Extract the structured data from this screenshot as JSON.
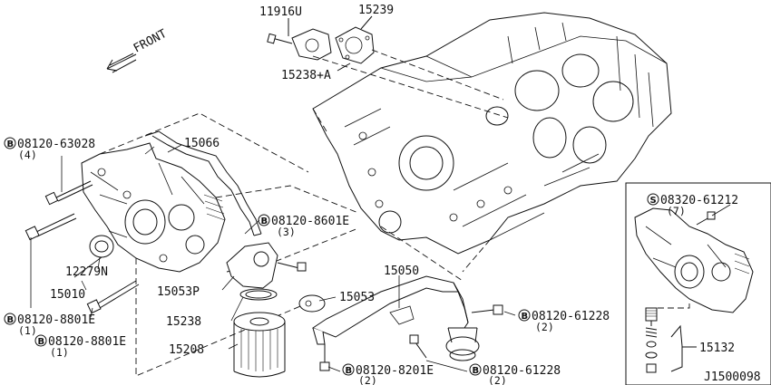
{
  "direction_label": "FRONT",
  "part_labels": {
    "p11916u": "11916U",
    "p15239": "15239",
    "p15238a": "15238+A",
    "p15066": "15066",
    "p12279n": "12279N",
    "p15010": "15010",
    "p15053p": "15053P",
    "p15238": "15238",
    "p15208": "15208",
    "p15053": "15053",
    "p15050": "15050",
    "p15132": "15132"
  },
  "bolt_callouts": {
    "b63028": {
      "prefix": "B",
      "code": "08120-63028",
      "qty": "(4)"
    },
    "b8601e": {
      "prefix": "B",
      "code": "08120-8601E",
      "qty": "(3)"
    },
    "b8801e_a": {
      "prefix": "B",
      "code": "08120-8801E",
      "qty": "(1)"
    },
    "b8801e_b": {
      "prefix": "B",
      "code": "08120-8801E",
      "qty": "(1)"
    },
    "b61228_a": {
      "prefix": "B",
      "code": "08120-61228",
      "qty": "(2)"
    },
    "b8201e": {
      "prefix": "B",
      "code": "08120-8201E",
      "qty": "(2)"
    },
    "b61228_b": {
      "prefix": "B",
      "code": "08120-61228",
      "qty": "(2)"
    },
    "s61212": {
      "prefix": "S",
      "code": "08320-61212",
      "qty": "(7)"
    }
  },
  "diagram_id": "J1500098"
}
